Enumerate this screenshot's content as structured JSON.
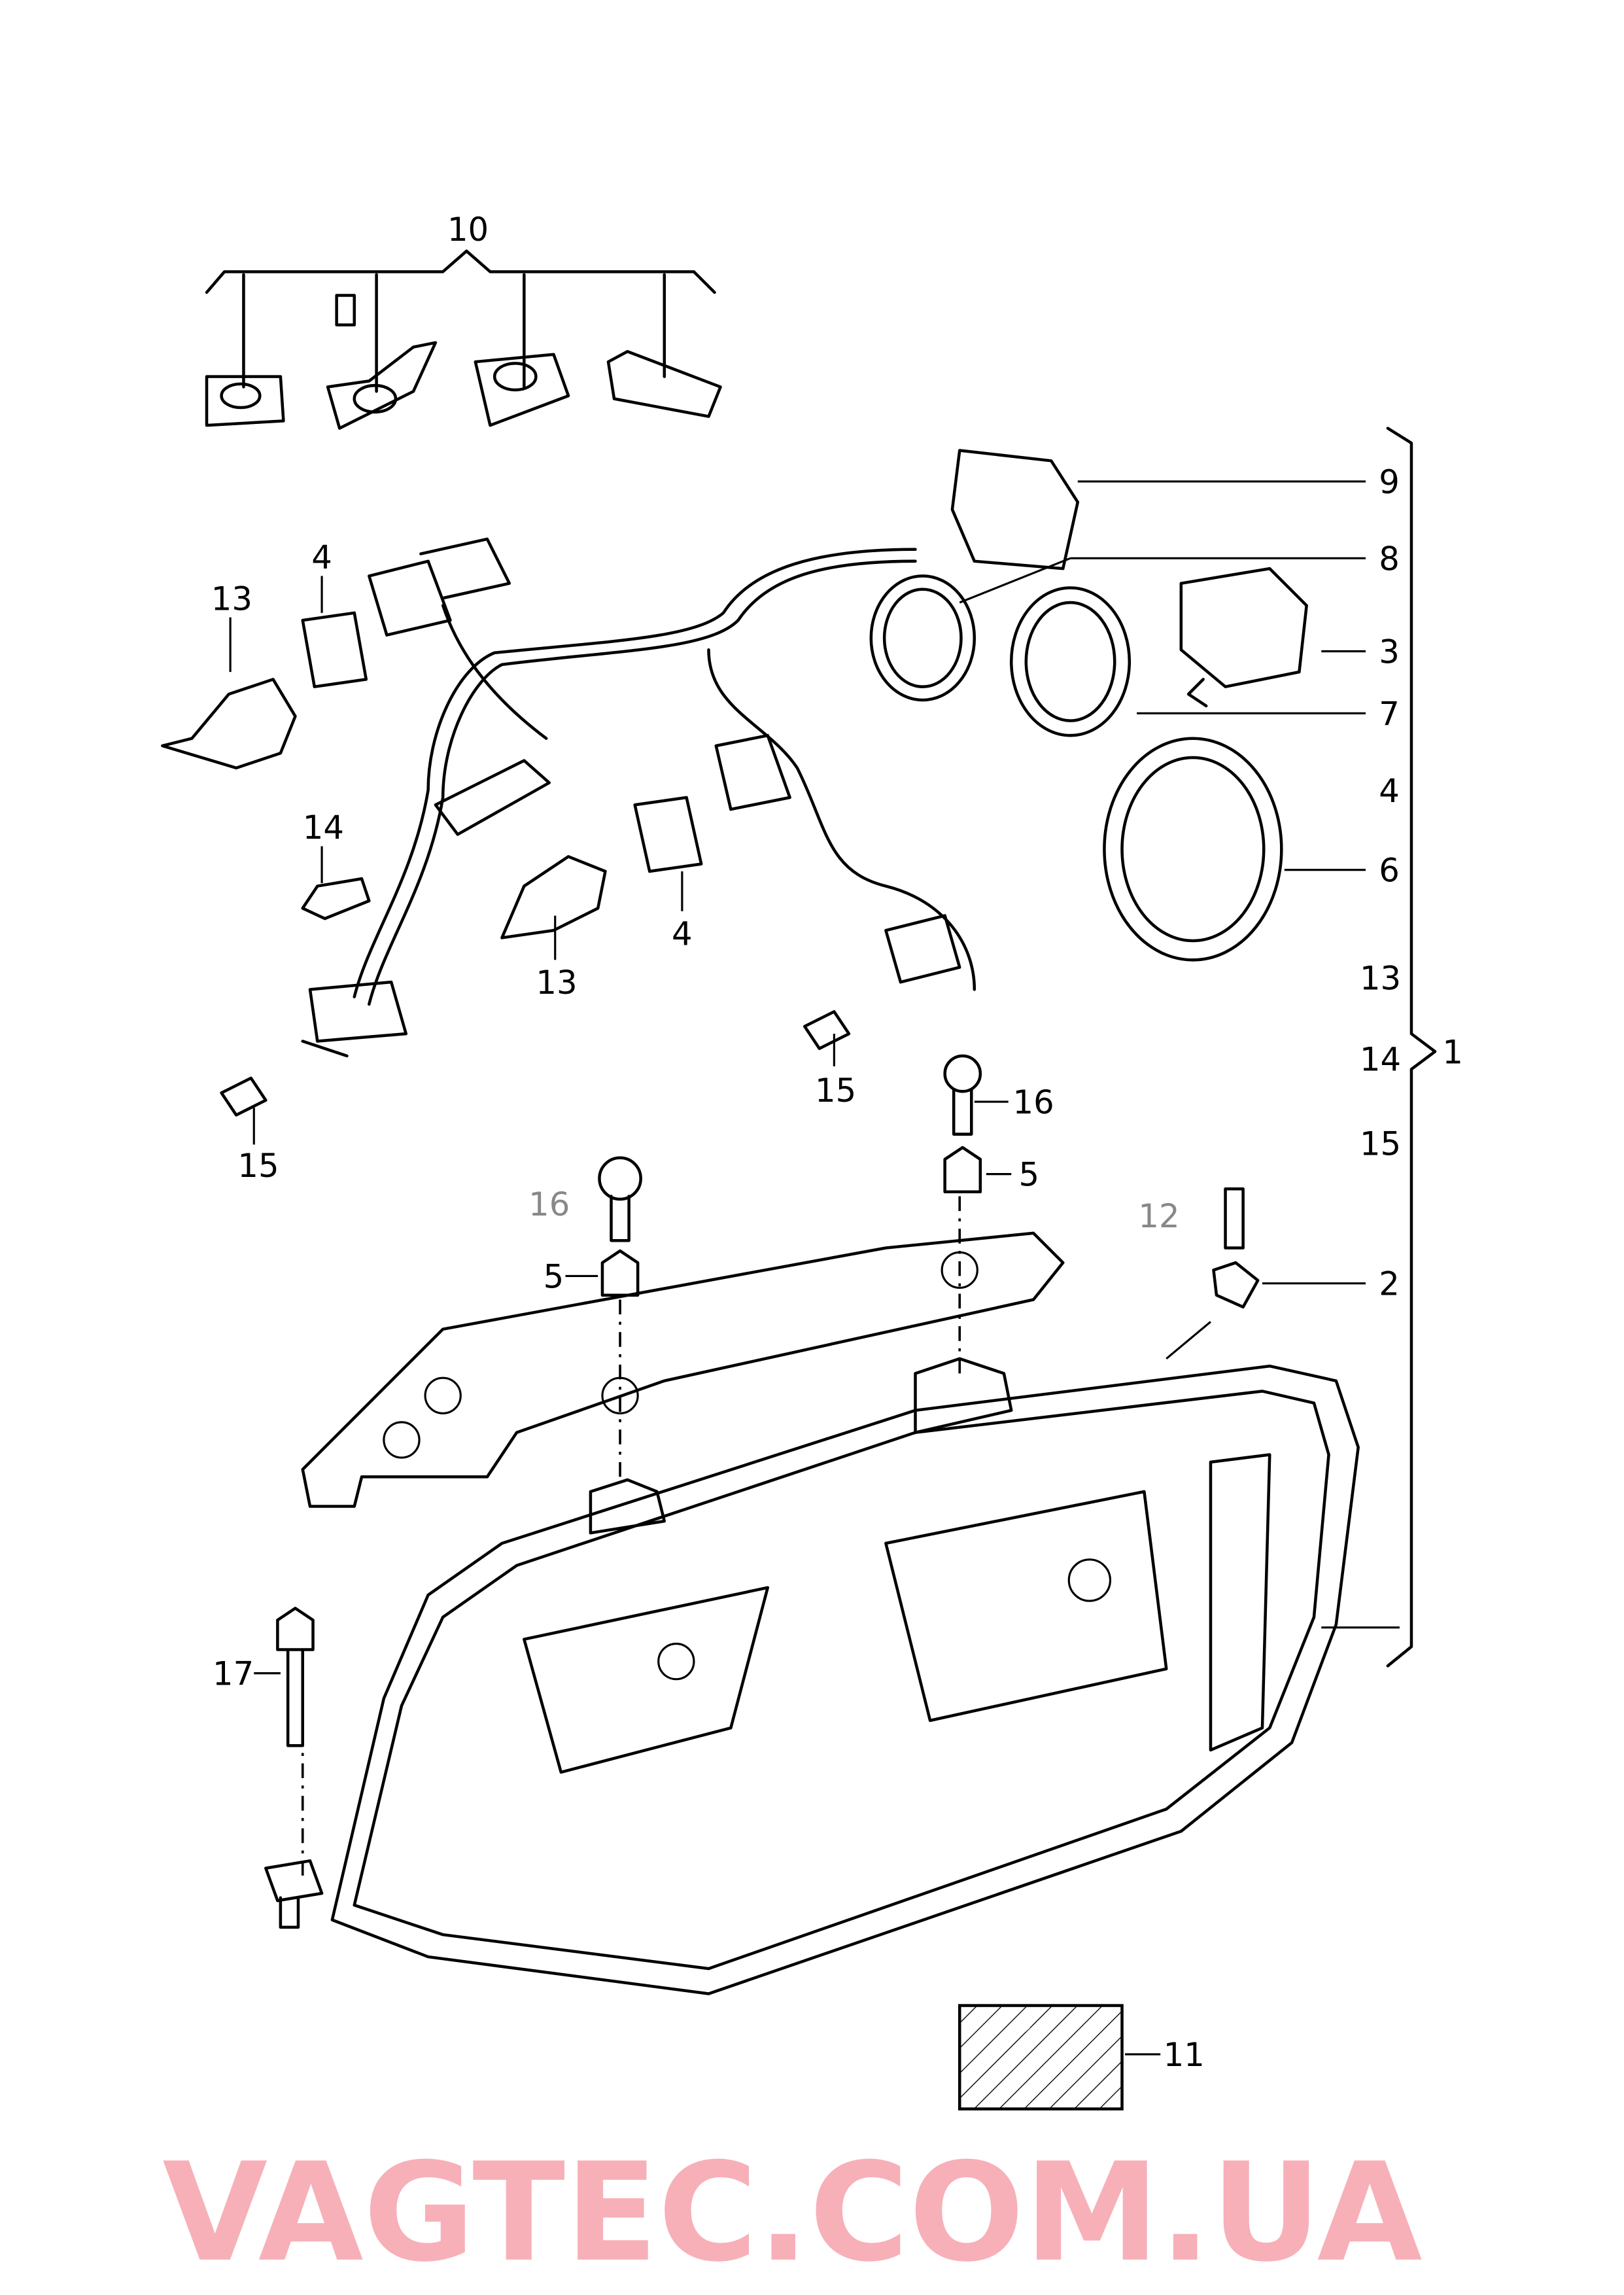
{
  "watermark": "VAGTEC.COM.UA",
  "watermark_color": "#f8a8b0",
  "callouts": {
    "c10": "10",
    "c9": "9",
    "c8": "8",
    "c3": "3",
    "c7": "7",
    "c4_right": "4",
    "c6": "6",
    "c13_right": "13",
    "c14_right": "14",
    "c15_right": "15",
    "c1": "1",
    "c2": "2",
    "c12": "12",
    "c16_a": "16",
    "c5_a": "5",
    "c16_b": "16",
    "c5_b": "5",
    "c17": "17",
    "c11": "11",
    "c13_a": "13",
    "c4_a": "4",
    "c14_a": "14",
    "c15_a": "15",
    "c13_b": "13",
    "c4_b": "4",
    "c15_b": "15"
  }
}
